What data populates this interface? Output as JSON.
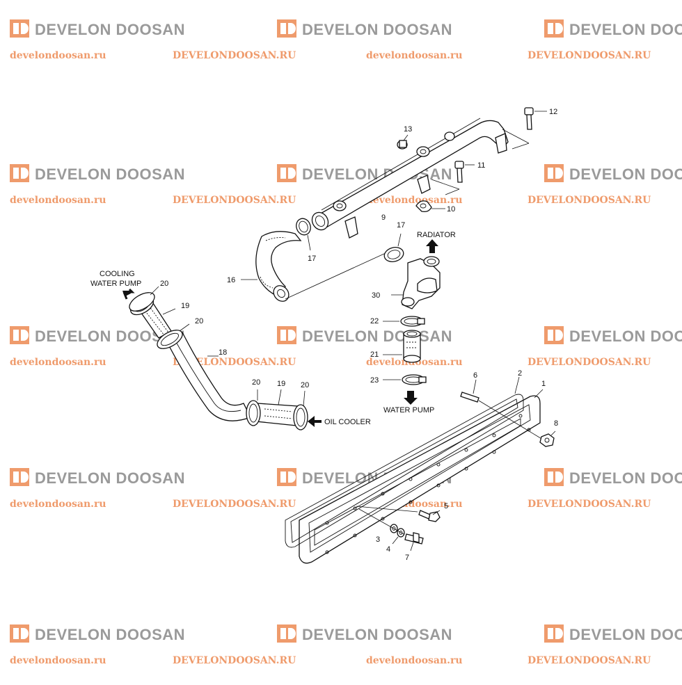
{
  "watermark": {
    "brand": "DEVELON DOOSAN",
    "url_lower": "develondoosan.ru",
    "url_upper": "DEVELONDOOSAN.RU",
    "brand_color": "#9a9a9a",
    "url_color": "#ef9b6c"
  },
  "labels": {
    "cooling_water_pump_1": "COOLING",
    "cooling_water_pump_2": "WATER PUMP",
    "radiator": "RADIATOR",
    "water_pump": "WATER PUMP",
    "oil_cooler": "OIL COOLER"
  },
  "callouts": {
    "p1": "1",
    "p2": "2",
    "p3": "3",
    "p4": "4",
    "p5": "5",
    "p6": "6",
    "p7": "7",
    "p8": "8",
    "p9": "9",
    "p10": "10",
    "p11": "11",
    "p12": "12",
    "p13": "13",
    "p16": "16",
    "p17a": "17",
    "p17b": "17",
    "p18": "18",
    "p19a": "19",
    "p19b": "19",
    "p20a": "20",
    "p20b": "20",
    "p20c": "20",
    "p20d": "20",
    "p21": "21",
    "p22": "22",
    "p23": "23",
    "p30": "30"
  }
}
